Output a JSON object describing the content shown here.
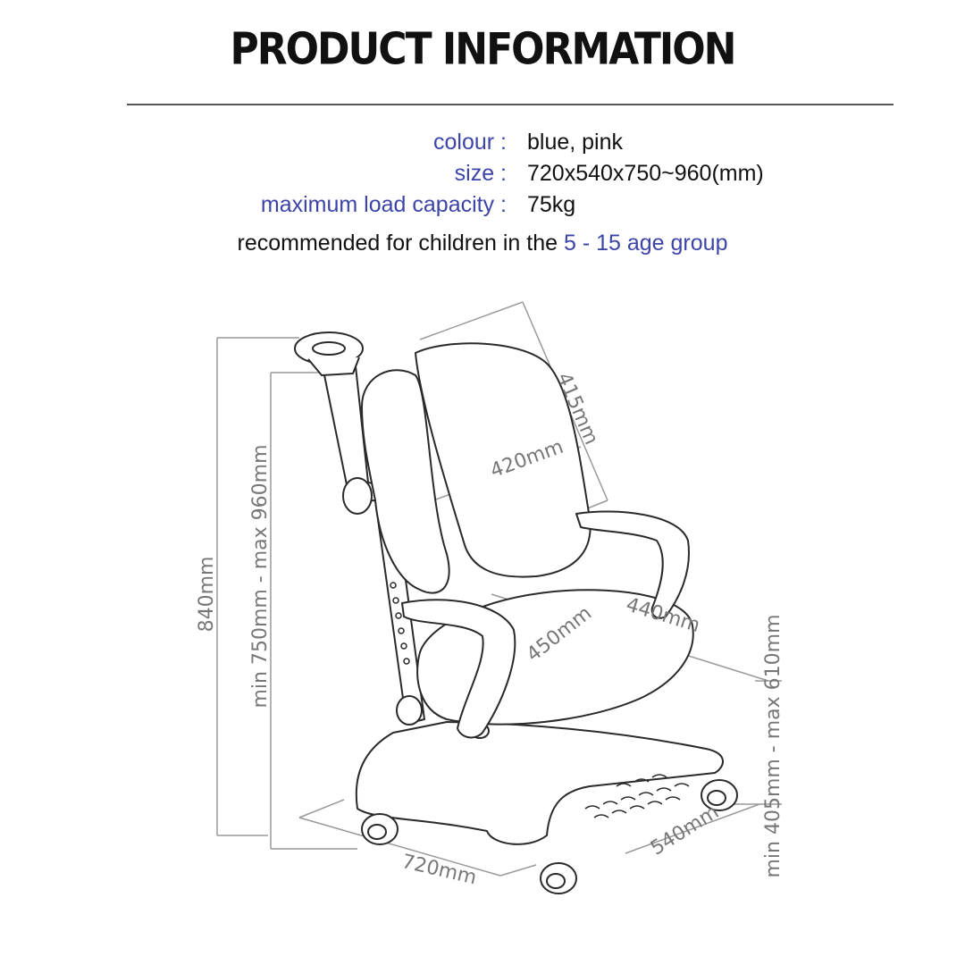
{
  "title": "PRODUCT INFORMATION",
  "specs": [
    {
      "label": "colour :",
      "value": "blue, pink"
    },
    {
      "label": "size :",
      "value": "720x540x750~960(mm)"
    },
    {
      "label": "maximum load capacity :",
      "value": "75kg"
    }
  ],
  "recommendation": {
    "prefix": "recommended for children in the",
    "highlight": "5 - 15 age group"
  },
  "dimensions": {
    "total_height": "840mm",
    "seat_height_range": "min 750mm - max 960mm",
    "seat_base_height": "min 405mm - max 610mm",
    "backrest_height": "415mm",
    "backrest_width": "420mm",
    "seat_depth": "450mm",
    "seat_width": "440mm",
    "base_width": "720mm",
    "base_depth": "540mm"
  },
  "colors": {
    "accent": "#3c44a8",
    "text": "#111111",
    "line": "#999999"
  }
}
